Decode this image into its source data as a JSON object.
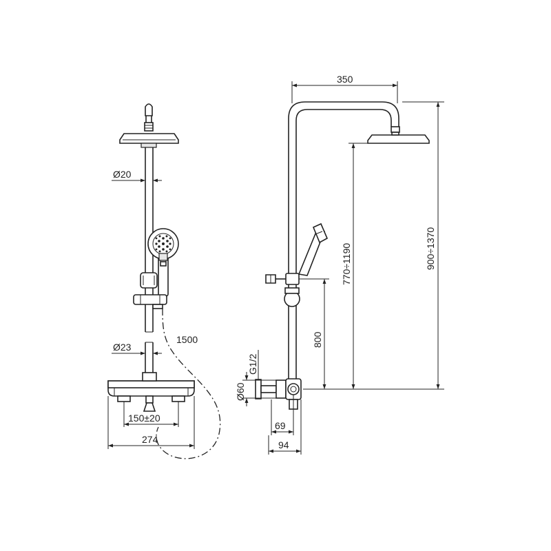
{
  "dimensions": {
    "pipe_diameter": "Ø20",
    "mixer_pipe_diameter": "Ø23",
    "hose_length": "1500",
    "center_distance": "150±20",
    "mixer_width": "274",
    "overhead_arm": "350",
    "slide_range": "770÷1190",
    "total_height": "900÷1370",
    "outlet_height": "800",
    "connection_diameter": "Ø60",
    "thread": "G1/2",
    "wall_depth": "69",
    "total_depth": "94"
  }
}
